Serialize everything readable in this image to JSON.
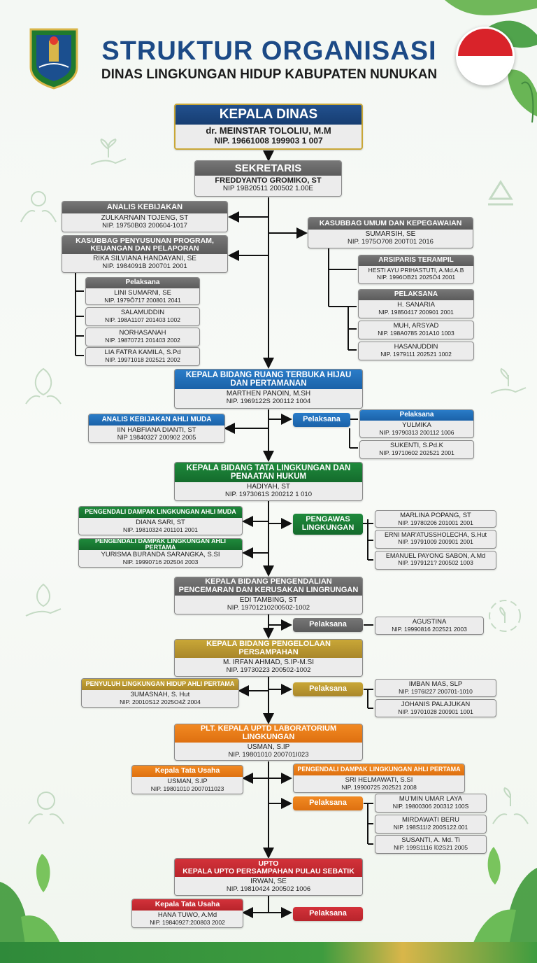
{
  "header": {
    "title": "STRUKTUR ORGANISASI",
    "subtitle": "DINAS LINGKUNGAN HIDUP KABUPATEN NUNUKAN"
  },
  "colors": {
    "navy": "#1c4a86",
    "gray": "#656565",
    "blue": "#2070bd",
    "green": "#177a33",
    "gold": "#b99630",
    "orange": "#e87c18",
    "red": "#c42b32",
    "flag_red": "#d9232a",
    "leaf_green": "#4aa83c"
  },
  "kepala": {
    "title": "KEPALA DINAS",
    "name": "dr. MEINSTAR TOLOLIU, M.M",
    "nip": "NIP. 19661008 199903 1 007"
  },
  "sekretaris": {
    "title": "SEKRETARIS",
    "name": "FREDDYANTO GROMIKO, ST",
    "nip": "NIP 19B20511 200502 1.00E"
  },
  "analis_kebijakan": {
    "title": "ANALIS KEBIJAKAN",
    "name": "ZULKARNAIN TOJENG, ST",
    "nip": "NIP. 19750B03 200604-1017"
  },
  "kasubbag_program": {
    "title": "KASUBBAG PENYUSUNAN PROGRAM, KEUANGAN DAN PELAPORAN",
    "name": "RIKA SILVIANA HANDAYANI, SE",
    "nip": "NIP. 1984091B 200701 2001"
  },
  "pelaksana_program": {
    "title": "Pelaksana",
    "items": [
      {
        "name": "LINI SUMARNI, SE",
        "nip": "NIP. 1979Ô717 200801 2041"
      },
      {
        "name": "SALAMUDDIN",
        "nip": "NIP. 198A1107 201403 1002"
      },
      {
        "name": "NORHASANAH",
        "nip": "NIP. 19870721 201403 2002"
      },
      {
        "name": "LIA FATRA KAMILA, S.Pd",
        "nip": "NIP. 19971018 202521 2002"
      }
    ]
  },
  "kasubbag_umum": {
    "title": "KASUBBAG UMUM DAN KEPEGAWAIAN",
    "name": "SUMARSIH, SE",
    "nip": "NIP. 1975O708 200T01 2016"
  },
  "arsiparis": {
    "title": "ARSIPARIS TERAMPIL",
    "name": "HESTI AYU PRIHASTUTI, A.Md.A.B",
    "nip": "NIP. 1996OB21 2025Ó4 2001"
  },
  "pelaksana_umum": {
    "title": "PELAKSANA",
    "items": [
      {
        "name": "H. SANARIA",
        "nip": "NIP. 19850417 200901 2001"
      },
      {
        "name": "MUH, ARSYAD",
        "nip": "NIP. 198A0785 201A10 1003"
      },
      {
        "name": "HASANUDDIN",
        "nip": "NIP. 1979111 202521 1002"
      }
    ]
  },
  "bidang_rth": {
    "title": "KEPALA BIDANG RUANG TERBUKA HIJAU DAN PERTAMANAN",
    "name": "MARTHEN PANOIN, M.SH",
    "nip": "NIP. 1969122S 200112 1004"
  },
  "analis_muda": {
    "title": "ANALIS KEBIJAKAN AHLI MUDA",
    "name": "IIN HABFIANA DIANTI, ST",
    "nip": "NIP 19840327 200902 2005"
  },
  "rth_pelaksana_label": "Pelaksana",
  "pelaksana_rth": {
    "title": "Pelaksana",
    "items": [
      {
        "name": "YULMIKA",
        "nip": "NIP. 19790313 200112 1006"
      },
      {
        "name": "SUKENTI, S.Pd.K",
        "nip": "NIP. 19710602 202521 2001"
      }
    ]
  },
  "bidang_tata": {
    "title": "KEPALA BIDANG TATA LINGKUNGAN DAN PENAATAN HUKUM",
    "name": "HADIYAH, ST",
    "nip": "NIP. 1973061S 200212 1 010"
  },
  "pengendali_muda": {
    "title": "PENGENDALI DAMPAK LINGKUNGAN AHLI MUDA",
    "name": "DIANA SARI, ST",
    "nip": "NIP. 19810324 201101 2001"
  },
  "pengendali_pertama": {
    "title": "PENGENDALI DAMPAK LINGKUNGAN AHLI PERTAMA",
    "name": "YURISMA BURANDA SARANGKA, S.SI",
    "nip": "NIP. 19990716 202504 2003"
  },
  "pengawas_label": "PENGAWAS LINGKUNGAN",
  "pengawas": [
    {
      "name": "MARLINA POPANG, ST",
      "nip": "NIP. 19780206 201001 2001"
    },
    {
      "name": "ERNI MAR'ATUSSHOLECHA, S.Hut",
      "nip": "NIP. 19791009 200901 2001"
    },
    {
      "name": "EMANUEL PAYONG SABON, A.Md",
      "nip": "NIP. 1979121? 200502 1003"
    }
  ],
  "bidang_pencemaran": {
    "title": "KEPALA BIDANG PENGENDALIAN PENCEMARAN DAN KERUSAKAN LINGRUNGAN",
    "name": "EDI TAMBING, ST",
    "nip": "NIP. 19701210200502-1002"
  },
  "pencemaran_pelaksana_label": "Pelaksana",
  "pelaksana_pencemaran": {
    "name": "AGUSTINA",
    "nip": "NIP. 19990816 202521 2003"
  },
  "bidang_sampah": {
    "title": "KEPALA BIDANG PENGELOLAAN PERSAMPAHAN",
    "name": "M. IRFAN AHMAD, S.IP-M.SI",
    "nip": "NIP. 19730223 200502-1002"
  },
  "penyuluh": {
    "title": "PENYULUH LINGKUNGAN HIDUP AHLI PERTAMA",
    "name": "3UMASNAH, S. Hut",
    "nip": "NIP. 20010S12 2025O4Ż 2004"
  },
  "sampah_pelaksana_label": "Pelaksana",
  "pelaksana_sampah": [
    {
      "name": "IMBAN MAS, SLP",
      "nip": "NIP. 1976I227 200701-1010"
    },
    {
      "name": "JOHANIS PALAJUKAN",
      "nip": "NIP. 19701028 200901 1001"
    }
  ],
  "uptd_lab": {
    "title": "PLT. KEPALA UPTD LABORATORIUM LINGKUNGAN",
    "name": "USMAN, S.IP",
    "nip": "NIP. 19801010 200701I023"
  },
  "tata_usaha_lab": {
    "title": "Kepala Tata Usaha",
    "name": "USMAN, S.IP",
    "nip": "NIP. 19801010 2007011023"
  },
  "pengendali_lab": {
    "title": "PENGENDALI DAMPAK LINGKUNGAN AHLI PERTAMA",
    "name": "SRI HELMAWATI, S.SI",
    "nip": "NIP. 19900725 202521 2008"
  },
  "lab_pelaksana_label": "Pelaksana",
  "pelaksana_lab": [
    {
      "name": "MU'MIN UMAR LAYA",
      "nip": "NIP. 19800306 200312 100S"
    },
    {
      "name": "MIRDAWATI BERU",
      "nip": "NIP. 198S11I2 200S122.001"
    },
    {
      "name": "SUSANTI, A. Md. Ti",
      "nip": "NIP. 199S1116 Ï02S21 2005"
    }
  ],
  "upto_sebatik": {
    "title_line1": "UPTO",
    "title_line2": "KEPALA UPTO PERSAMPAHAN PULAU SEBATIK",
    "name": "IRWAN, SE",
    "nip": "NIP. 19810424 200502 1006"
  },
  "tata_usaha_sebatik": {
    "title": "Kepala Tata Usaha",
    "name": "HANA TUWO, A.Md",
    "nip": "NIP. 19840927:200803 2002"
  },
  "sebatik_pelaksana_label": "Pelaksana"
}
